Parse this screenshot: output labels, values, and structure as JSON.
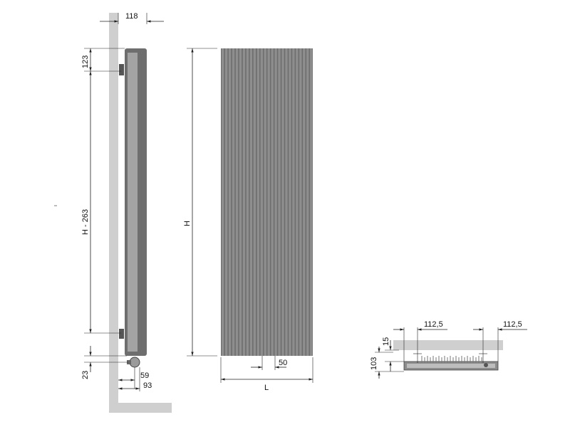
{
  "side_view": {
    "dim_depth": "118",
    "dim_top": "123",
    "dim_span": "H - 263",
    "dim_bottom": "23",
    "dim_valve_1": "59",
    "dim_valve_2": "93"
  },
  "front_view": {
    "dim_height": "H",
    "dim_pitch": "50",
    "dim_length": "L",
    "column_color": "#8e8e8e",
    "background_color": "#6d6d6d"
  },
  "plan_view": {
    "dim_left_offset": "112,5",
    "dim_right_offset": "112,5",
    "dim_wall_gap": "15",
    "dim_depth": "103"
  },
  "colors": {
    "wall": "#cfcfcf",
    "radiator_dark": "#6e6e6e",
    "radiator_mid": "#9a9a9a"
  }
}
